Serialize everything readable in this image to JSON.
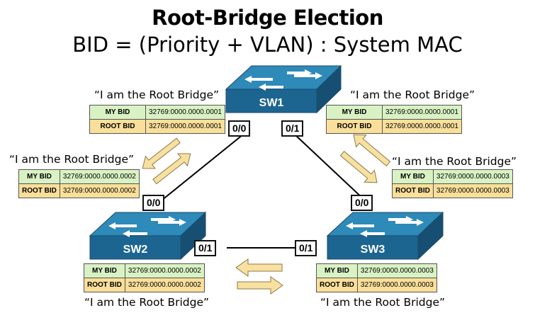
{
  "title": "Root-Bridge Election",
  "subtitle": "BID = (Priority + VLAN) : System MAC",
  "quote": "“I am the Root Bridge”",
  "labels": {
    "my_bid": "MY BID",
    "root_bid": "ROOT BID"
  },
  "switches": {
    "sw1": {
      "name": "SW1",
      "bid": "32769:0000.0000.0001"
    },
    "sw2": {
      "name": "SW2",
      "bid": "32769:0000.0000.0002"
    },
    "sw3": {
      "name": "SW3",
      "bid": "32769:0000.0000.0003"
    }
  },
  "ports": {
    "p00": "0/0",
    "p01": "0/1"
  },
  "colors": {
    "switch_top": "#2e8ab8",
    "switch_front": "#1d6591",
    "my_bid_bg": "#d9f2c4",
    "root_bid_bg": "#f9df9a",
    "arrow_fill": "#f8e0a0",
    "arrow_stroke": "#8c7a4a"
  }
}
